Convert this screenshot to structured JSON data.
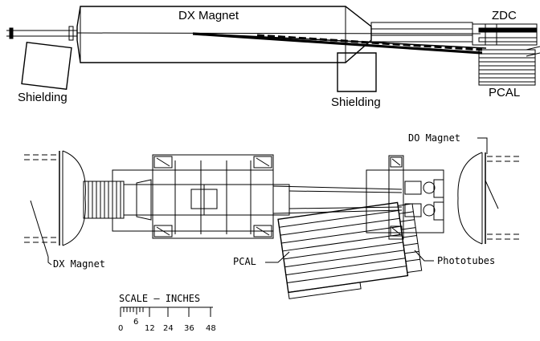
{
  "labels": {
    "dx_magnet_top": "DX Magnet",
    "zdc": "ZDC",
    "shielding_left": "Shielding",
    "shielding_right": "Shielding",
    "pcal_top": "PCAL",
    "d0_magnet": "DO Magnet",
    "dx_magnet_bottom": "DX Magnet",
    "pcal_bottom": "PCAL",
    "phototubes": "Phototubes",
    "scale_title": "SCALE  —  INCHES"
  },
  "scale_ticks": [
    "0",
    "6",
    "12",
    "24",
    "36",
    "48"
  ],
  "colors": {
    "ink": "#000000",
    "background": "#ffffff"
  }
}
